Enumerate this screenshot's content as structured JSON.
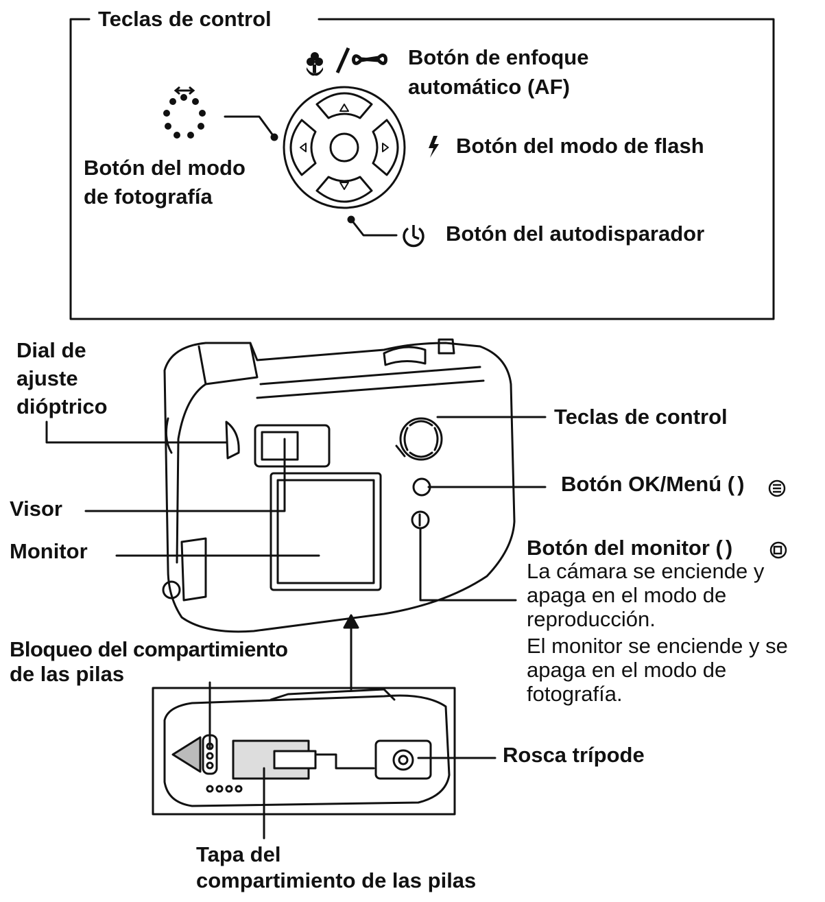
{
  "panel": {
    "title": "Teclas de control",
    "af_button": [
      "Botón de enfoque",
      "automático (AF)"
    ],
    "flash_button": "Botón del modo de flash",
    "photo_mode_button": [
      "Botón del modo",
      "de fotografía"
    ],
    "self_timer_button": "Botón del autodisparador",
    "icons": [
      "macro-icon",
      "infinity-icon",
      "flash-icon",
      "self-timer-icon",
      "photo-mode-icon"
    ]
  },
  "camera": {
    "diopter_dial": [
      "Dial de",
      "ajuste",
      "dióptrico"
    ],
    "control_keys": "Teclas de control",
    "ok_menu_button": "Botón OK/Menú (",
    "ok_menu_close": ")",
    "viewfinder": "Visor",
    "monitor": "Monitor",
    "monitor_button": "Botón del monitor (",
    "monitor_button_close": ")",
    "monitor_button_desc": [
      "La cámara se enciende y",
      "apaga en el modo de",
      "reproducción.",
      "El monitor se enciende y se",
      "apaga en el modo de",
      "fotografía."
    ],
    "battery_lock": [
      "Bloqueo del compartimiento",
      "de las pilas"
    ],
    "tripod_socket": "Rosca trípode",
    "battery_cover": [
      "Tapa del",
      "compartimiento de las pilas"
    ]
  }
}
